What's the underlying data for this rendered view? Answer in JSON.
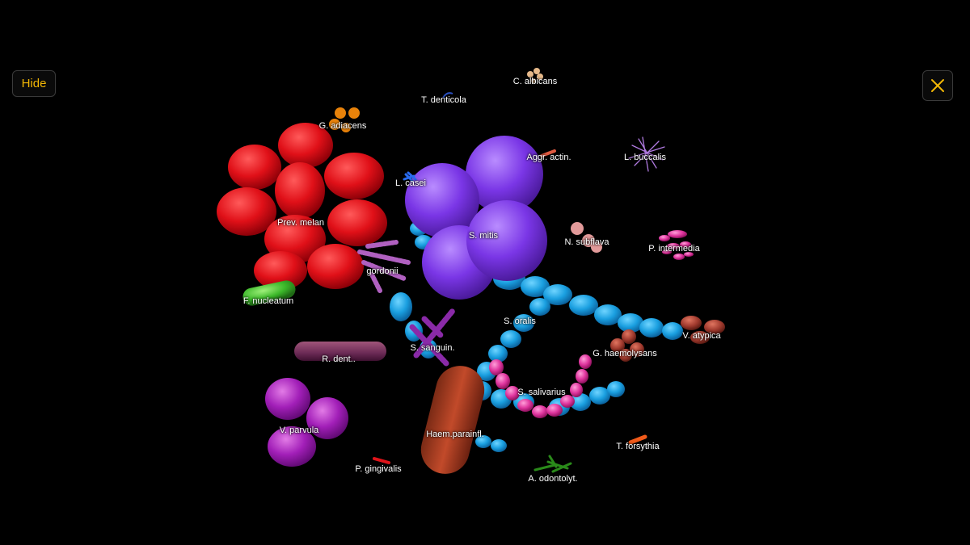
{
  "ui": {
    "hide_label": "Hide",
    "close_icon": "close-x-icon",
    "accent_color": "#f2b705"
  },
  "microbes": [
    {
      "name": "c-albicans",
      "label": "C. albicans"
    },
    {
      "name": "t-denticola",
      "label": "T. denticola"
    },
    {
      "name": "g-adiacens",
      "label": "G. adiacens"
    },
    {
      "name": "aggr-actin",
      "label": "Aggr. actin."
    },
    {
      "name": "l-buccalis",
      "label": "L. buccalis"
    },
    {
      "name": "l-casei",
      "label": "L. casei"
    },
    {
      "name": "prev-melan",
      "label": "Prev. melan"
    },
    {
      "name": "s-mitis",
      "label": "S. mitis"
    },
    {
      "name": "n-subflava",
      "label": "N. subflava"
    },
    {
      "name": "p-intermedia",
      "label": "P. intermedia"
    },
    {
      "name": "s-gordonii",
      "label": "gordonii"
    },
    {
      "name": "f-nucleatum",
      "label": "F. nucleatum"
    },
    {
      "name": "s-oralis",
      "label": "S. oralis"
    },
    {
      "name": "v-atypica",
      "label": "V. atypica"
    },
    {
      "name": "s-sanguin",
      "label": "S. sanguin."
    },
    {
      "name": "r-dent",
      "label": "R. dent.."
    },
    {
      "name": "g-haemolysans",
      "label": "G. haemolysans"
    },
    {
      "name": "s-salivarius",
      "label": "S. salivarius"
    },
    {
      "name": "v-parvula",
      "label": "V. parvula"
    },
    {
      "name": "haem-parainfl",
      "label": "Haem.parainfl."
    },
    {
      "name": "t-forsythia",
      "label": "T. forsythia"
    },
    {
      "name": "p-gingivalis",
      "label": "P. gingivalis"
    },
    {
      "name": "a-odontolyt",
      "label": "A. odontolyt."
    }
  ]
}
